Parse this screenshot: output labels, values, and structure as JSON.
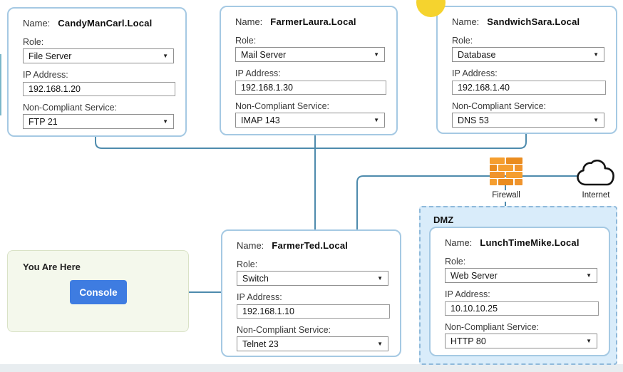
{
  "field_labels": {
    "name": "Name:",
    "role": "Role:",
    "ip": "IP Address:",
    "service": "Non-Compliant Service:"
  },
  "nodes": [
    {
      "name": "CandyManCarl.Local",
      "role": "File Server",
      "ip": "192.168.1.20",
      "service": "FTP 21"
    },
    {
      "name": "FarmerLaura.Local",
      "role": "Mail Server",
      "ip": "192.168.1.30",
      "service": "IMAP 143"
    },
    {
      "name": "SandwichSara.Local",
      "role": "Database",
      "ip": "192.168.1.40",
      "service": "DNS 53"
    },
    {
      "name": "FarmerTed.Local",
      "role": "Switch",
      "ip": "192.168.1.10",
      "service": "Telnet 23"
    },
    {
      "name": "LunchTimeMike.Local",
      "role": "Web Server",
      "ip": "10.10.10.25",
      "service": "HTTP 80"
    }
  ],
  "dmz_label": "DMZ",
  "network": {
    "firewall_label": "Firewall",
    "internet_label": "Internet"
  },
  "console_panel": {
    "title": "You Are Here",
    "button_label": "Console"
  },
  "icons": {
    "dropdown_caret": "▼"
  },
  "colors": {
    "wire": "#4e8bad",
    "card_border": "#a5c9e3",
    "dmz_background": "#d9ecfa",
    "dmz_border": "#8fb9da",
    "console_button": "#3e7ce1",
    "console_panel_background": "#f4f8ec",
    "firewall_orange": "#f0942c",
    "marker_yellow": "#f5d32e"
  }
}
